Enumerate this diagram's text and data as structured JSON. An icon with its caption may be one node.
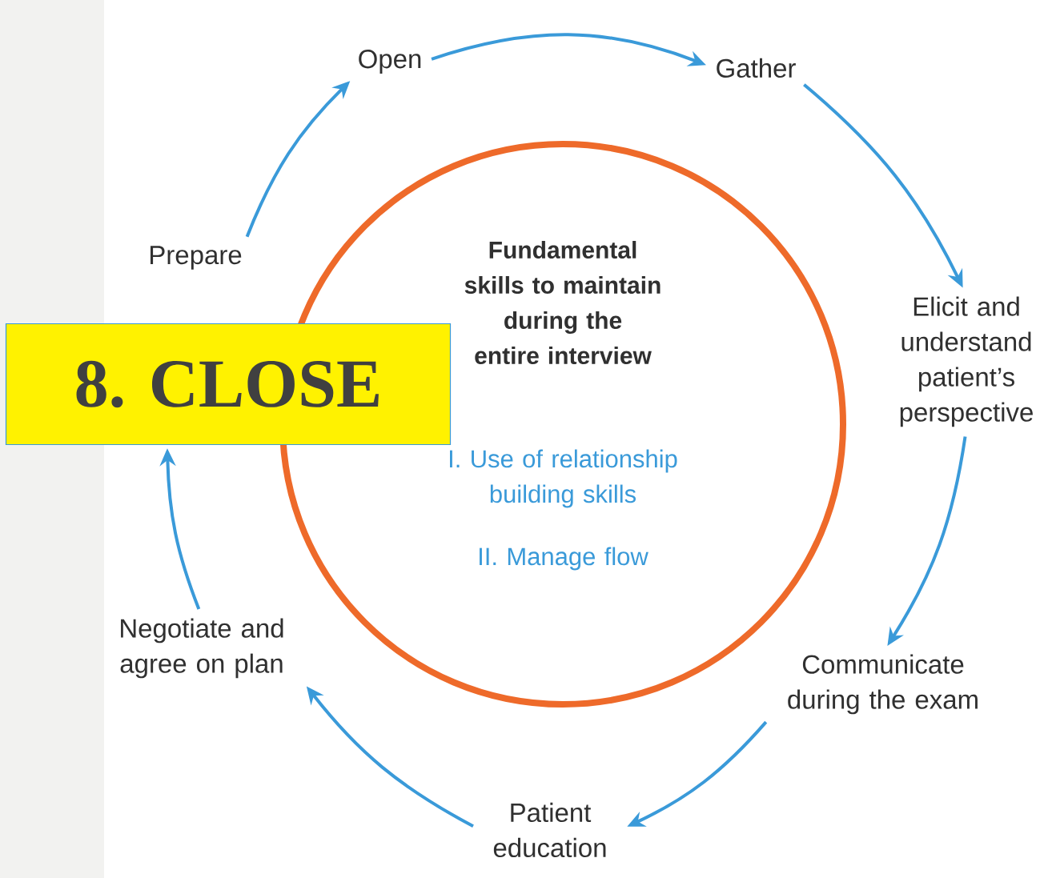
{
  "diagram": {
    "nodes": [
      {
        "text": [
          "Open"
        ]
      },
      {
        "text": [
          "Gather"
        ]
      },
      {
        "text": [
          "Elicit and understand patient’s perspective"
        ]
      },
      {
        "text": [
          "Communicate during the exam"
        ]
      },
      {
        "text": [
          "Patient education"
        ]
      },
      {
        "text": [
          "Negotiate and agree on plan"
        ]
      },
      {
        "text": [
          "8. CLOSE"
        ]
      },
      {
        "text": [
          "Prepare"
        ]
      },
      {
        "text": [
          "Fundamental skills to maintain during the entire interview",
          "I. Use of relationship building skills",
          "II. Manage flow"
        ]
      }
    ],
    "edges": [
      {
        "from": 0,
        "to": 1,
        "arrow": "to"
      },
      {
        "from": 1,
        "to": 2,
        "arrow": "to"
      },
      {
        "from": 2,
        "to": 3,
        "arrow": "to"
      },
      {
        "from": 3,
        "to": 4,
        "arrow": "to"
      },
      {
        "from": 4,
        "to": 5,
        "arrow": "to"
      },
      {
        "from": 5,
        "to": 6,
        "arrow": "to"
      },
      {
        "from": 7,
        "to": 0,
        "arrow": "to"
      }
    ]
  }
}
